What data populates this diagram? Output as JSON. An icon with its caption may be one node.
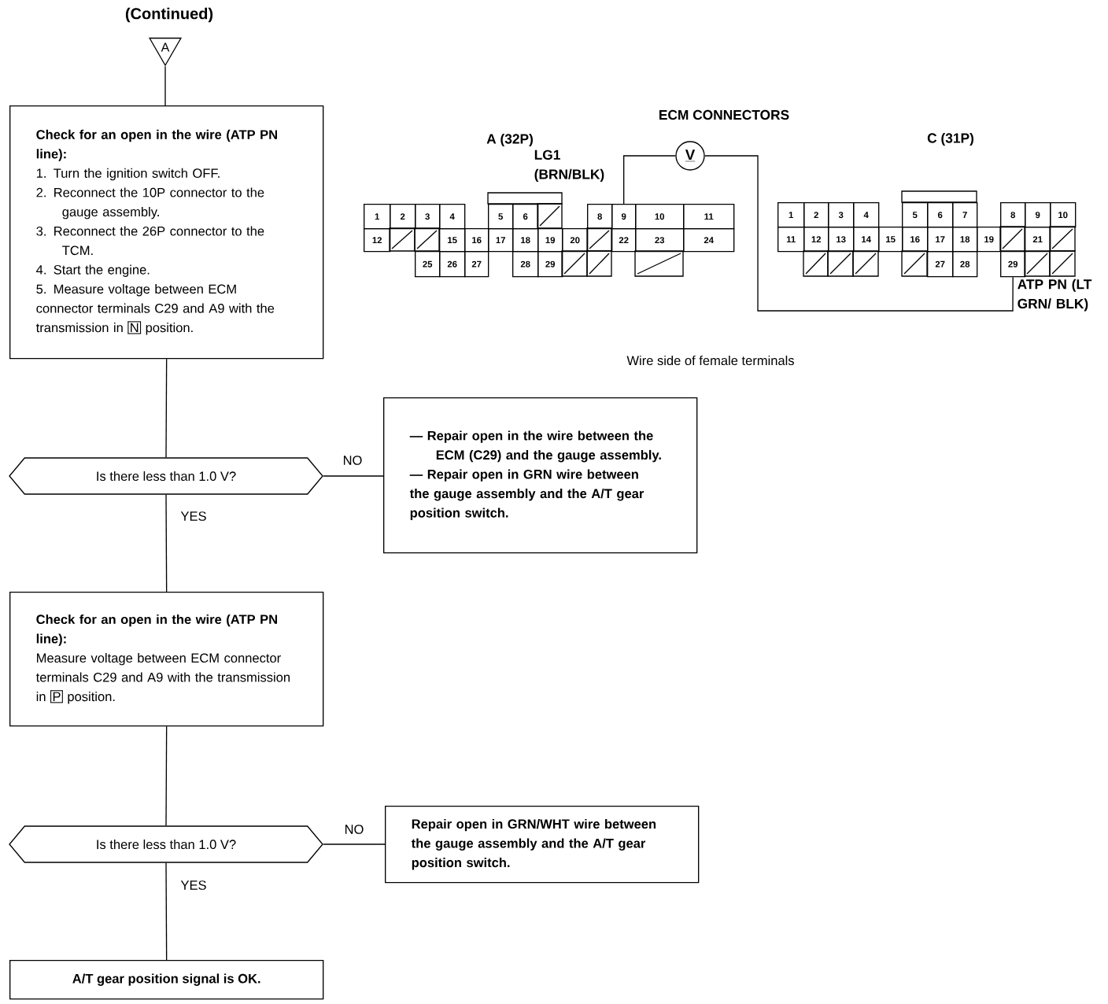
{
  "diagram": {
    "title": "(Continued)",
    "nodes": [
      {
        "text": [
          "A"
        ]
      },
      {
        "text": [
          "Check for an open in the wire (ATP PN line):",
          "1. Turn the ignition switch OFF.",
          "2. Reconnect the 10P connector to the gauge assembly.",
          "3. Reconnect the 26P connector to the TCM.",
          "4. Start the engine.",
          "5. Measure voltage between ECM connector terminals C29 and A9 with the transmission in",
          "N",
          "position."
        ]
      },
      {
        "text": [
          "Is there less than 1.0 V?"
        ]
      },
      {
        "text": [
          "— Repair open in the wire between the ECM (C29) and the gauge assembly.",
          "— Repair open in GRN wire between the gauge assembly and the A/T gear position switch."
        ]
      },
      {
        "text": [
          "Check for an open in the wire (ATP PN line):",
          "Measure voltage between ECM connector terminals C29 and A9 with the transmission in",
          "P",
          "position."
        ]
      },
      {
        "text": [
          "Is there less than 1.0 V?"
        ]
      },
      {
        "text": [
          "Repair open in GRN/WHT wire between the gauge assembly and the A/T gear position switch."
        ]
      },
      {
        "text": [
          "A/T gear position signal is OK."
        ]
      },
      {
        "text": [
          "V"
        ]
      },
      {
        "text": [
          "9"
        ]
      },
      {
        "text": [
          "29"
        ]
      }
    ],
    "edges": [
      {
        "from": 0,
        "to": 1,
        "arrow": "none"
      },
      {
        "from": 1,
        "to": 2,
        "arrow": "none"
      },
      {
        "from": 2,
        "to": 3,
        "arrow": "none",
        "label": "NO"
      },
      {
        "from": 2,
        "to": 4,
        "arrow": "none",
        "label": "YES"
      },
      {
        "from": 4,
        "to": 5,
        "arrow": "none"
      },
      {
        "from": 5,
        "to": 6,
        "arrow": "none",
        "label": "NO"
      },
      {
        "from": 5,
        "to": 7,
        "arrow": "none",
        "label": "YES"
      },
      {
        "from": 8,
        "to": 9,
        "arrow": "none"
      },
      {
        "from": 8,
        "to": 10,
        "arrow": "none"
      }
    ],
    "labels": [
      "ECM CONNECTORS",
      "A (32P)",
      "LG1 (BRN/BLK)",
      "C (31P)",
      "1",
      "2",
      "3",
      "4",
      "5",
      "6",
      "8",
      "10",
      "11",
      "12",
      "15",
      "16",
      "17",
      "18",
      "19",
      "20",
      "22",
      "23",
      "24",
      "25",
      "26",
      "27",
      "28",
      "29",
      "1",
      "2",
      "3",
      "4",
      "5",
      "6",
      "7",
      "8",
      "9",
      "10",
      "11",
      "12",
      "13",
      "14",
      "15",
      "16",
      "17",
      "18",
      "19",
      "21",
      "27",
      "28",
      "ATP PN (LT GRN/ BLK)",
      "Wire side of female terminals"
    ]
  }
}
